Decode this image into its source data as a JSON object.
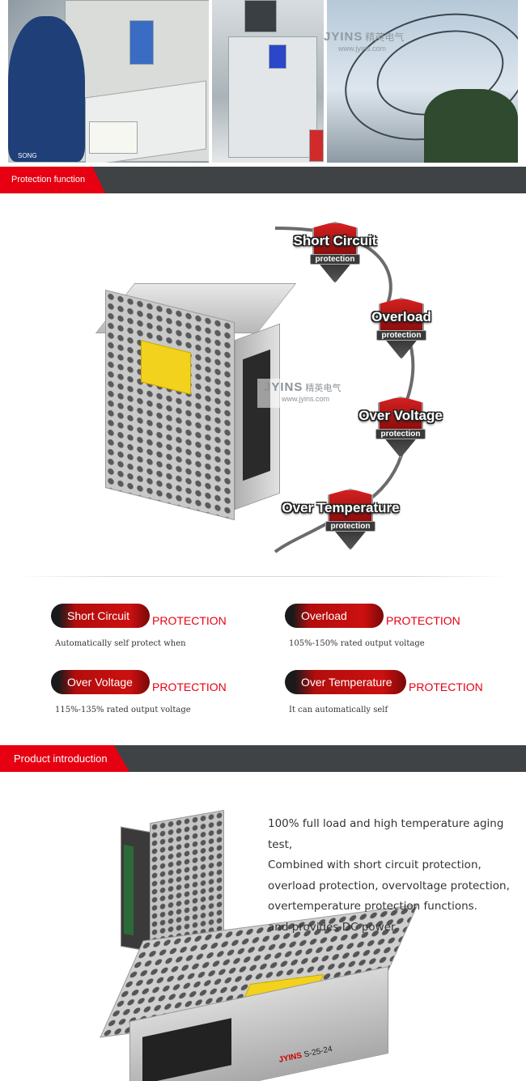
{
  "header_photos": {
    "watermark": {
      "brand": "JYINS",
      "brand_cn": "精英电气",
      "url": "www.jyins.com"
    },
    "caption": "SONG"
  },
  "protection_section": {
    "title": "Protection function",
    "badges": [
      {
        "title": "Short Circuit",
        "subtitle": "protection"
      },
      {
        "title": "Overload",
        "subtitle": "protection"
      },
      {
        "title": "Over Voltage",
        "subtitle": "protection"
      },
      {
        "title": "Over Temperature",
        "subtitle": "protection"
      }
    ],
    "watermark": {
      "brand": "JYINS",
      "brand_cn": "精英电气",
      "url": "www.jyins.com"
    },
    "features": [
      {
        "label": "Short Circuit",
        "suffix": "PROTECTION",
        "description": "Automatically self protect when"
      },
      {
        "label": "Overload",
        "suffix": "PROTECTION",
        "description": "105%-150% rated output voltage"
      },
      {
        "label": "Over Voltage",
        "suffix": "PROTECTION",
        "description": "115%-135% rated output voltage"
      },
      {
        "label": "Over Temperature",
        "suffix": "PROTECTION",
        "description": "It can automatically self"
      }
    ]
  },
  "product_section": {
    "title": "Product introduction",
    "paragraphs": [
      "100% full load and high temperature aging test,",
      "Combined with short circuit protection, overload protection, overvoltage protection, overtemperature protection functions.",
      "and provides DC power."
    ],
    "device_label": "JYINS",
    "device_model": "S-25-24"
  },
  "colors": {
    "accent_red": "#e60012",
    "bar_gray": "#404345",
    "text": "#333333"
  }
}
